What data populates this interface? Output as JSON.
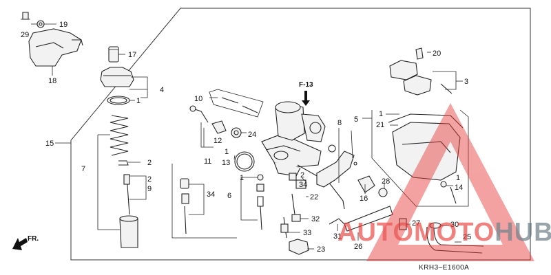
{
  "diagram": {
    "drawing_code": "KRH3–E1600A",
    "reference": "F-13",
    "direction_label": "FR.",
    "watermark": {
      "part1": "AUTO",
      "part2": "MOTO",
      "part3": "HUB",
      "color_red": "#e53935",
      "color_gray": "#5f6f7a"
    },
    "callouts": {
      "c1a": "1",
      "c1b": "1",
      "c1c": "1",
      "c1d": "1",
      "c1e": "1",
      "c2a": "2",
      "c2b": "2",
      "c2c": "2",
      "c3": "3",
      "c4": "4",
      "c5": "5",
      "c6": "6",
      "c7": "7",
      "c8": "8",
      "c9": "9",
      "c10": "10",
      "c11": "11",
      "c12": "12",
      "c13": "13",
      "c14": "14",
      "c15": "15",
      "c16": "16",
      "c17": "17",
      "c18": "18",
      "c19": "19",
      "c20": "20",
      "c21": "21",
      "c22": "22",
      "c23": "23",
      "c24": "24",
      "c25": "25",
      "c26": "26",
      "c27": "27",
      "c28": "28",
      "c29": "29",
      "c30": "30",
      "c31": "31",
      "c32": "32",
      "c33": "33",
      "c34a": "34",
      "c34b": "34"
    }
  }
}
